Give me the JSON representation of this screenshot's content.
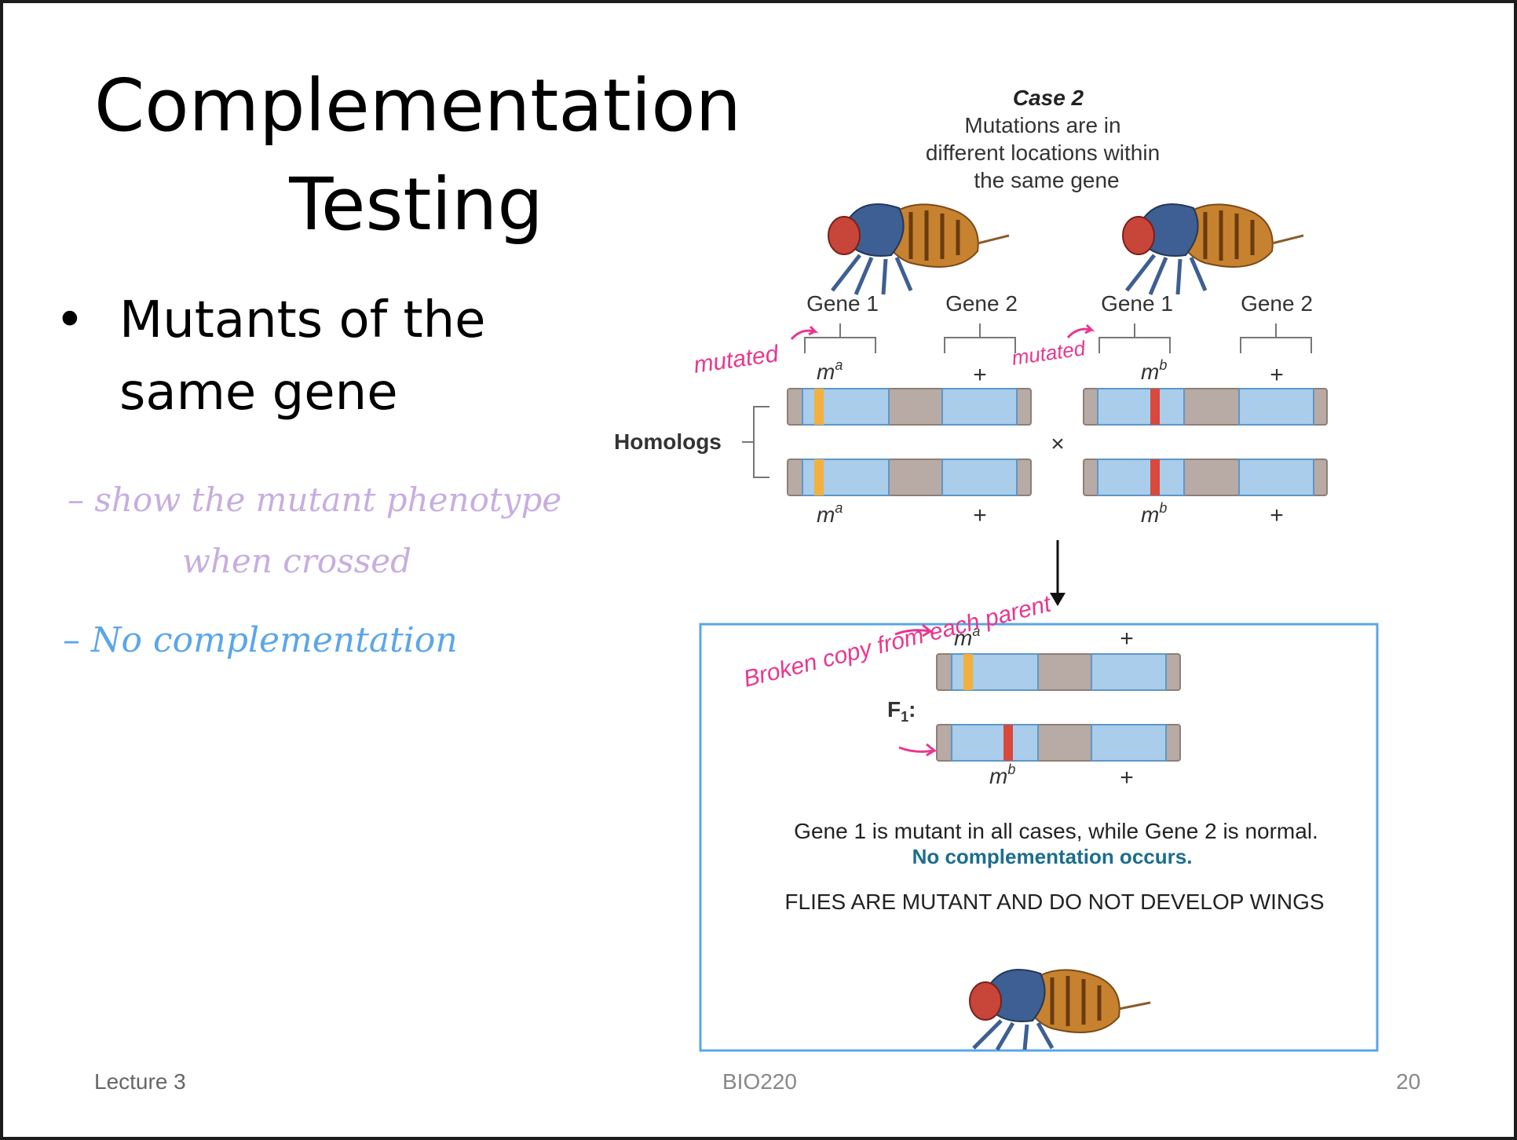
{
  "slide": {
    "title": "Complementation Testing",
    "bullet": "Mutants of the same gene",
    "bullet_marker": "•"
  },
  "handwritten": {
    "note1_line1": "– show the mutant phenotype",
    "note1_line2": "when crossed",
    "note2": "– No complementation",
    "annot_mutated_left": "mutated",
    "annot_mutated_right": "mutated",
    "annot_broken": "Broken copy from each parent"
  },
  "figure": {
    "case_title": "Case 2",
    "case_desc_1": "Mutations are in",
    "case_desc_2": "different locations within",
    "case_desc_3": "the same gene",
    "gene1": "Gene 1",
    "gene2": "Gene 2",
    "homologs_label": "Homologs",
    "cross_symbol": "×",
    "allele_ma": "m",
    "allele_ma_sup": "a",
    "allele_mb": "m",
    "allele_mb_sup": "b",
    "allele_plus": "+",
    "f1_label": "F",
    "f1_sub": "1",
    "f1_colon": ":",
    "result_line1": "Gene 1 is mutant in all cases, while Gene 2 is normal.",
    "result_line2": "No complementation occurs.",
    "result_line3": "FLIES ARE MUTANT AND DO NOT DEVELOP WINGS"
  },
  "footer": {
    "left": "Lecture 3",
    "middle": "BIO220",
    "right": "20"
  },
  "colors": {
    "gene_blue": "#a9cdea",
    "chrom_grey": "#b8aaa5",
    "mutation_a": "#f2b13c",
    "mutation_b": "#d9483b",
    "result_box": "#5aa6e6",
    "result_emphasis": "#1c6e8c",
    "annotation_pink": "#e8378f"
  }
}
